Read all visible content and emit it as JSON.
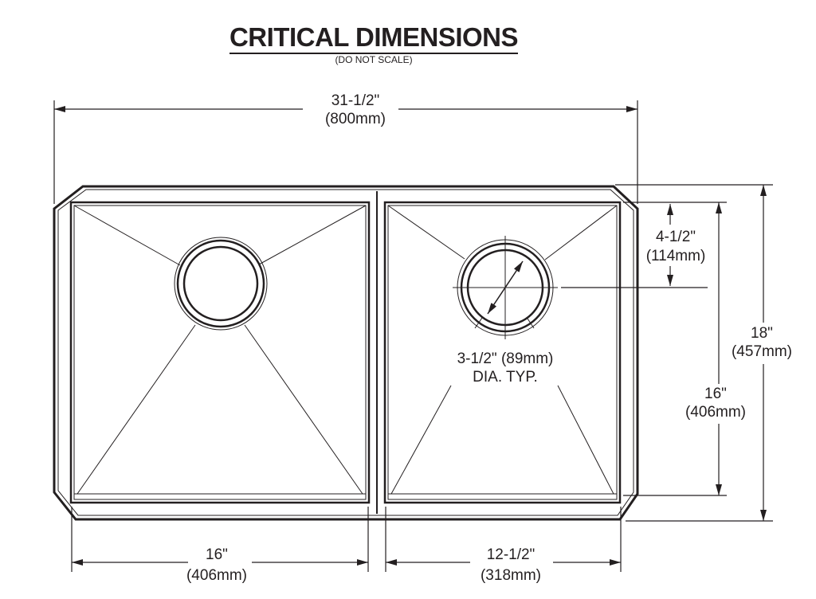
{
  "header": {
    "title": "CRITICAL DIMENSIONS",
    "subtitle": "(DO NOT SCALE)"
  },
  "dimensions": {
    "overall_width": {
      "imperial": "31-1/2\"",
      "metric": "(800mm)"
    },
    "overall_depth": {
      "imperial": "18\"",
      "metric": "(457mm)"
    },
    "bowl_depth": {
      "imperial": "16\"",
      "metric": "(406mm)"
    },
    "drain_offset": {
      "imperial": "4-1/2\"",
      "metric": "(114mm)"
    },
    "drain_diameter": {
      "imperial": "3-1/2\" (89mm)",
      "note": "DIA. TYP."
    },
    "large_bowl_width": {
      "imperial": "16\"",
      "metric": "(406mm)"
    },
    "small_bowl_width": {
      "imperial": "12-1/2\"",
      "metric": "(318mm)"
    }
  },
  "colors": {
    "line": "#231f20",
    "background": "#ffffff"
  }
}
